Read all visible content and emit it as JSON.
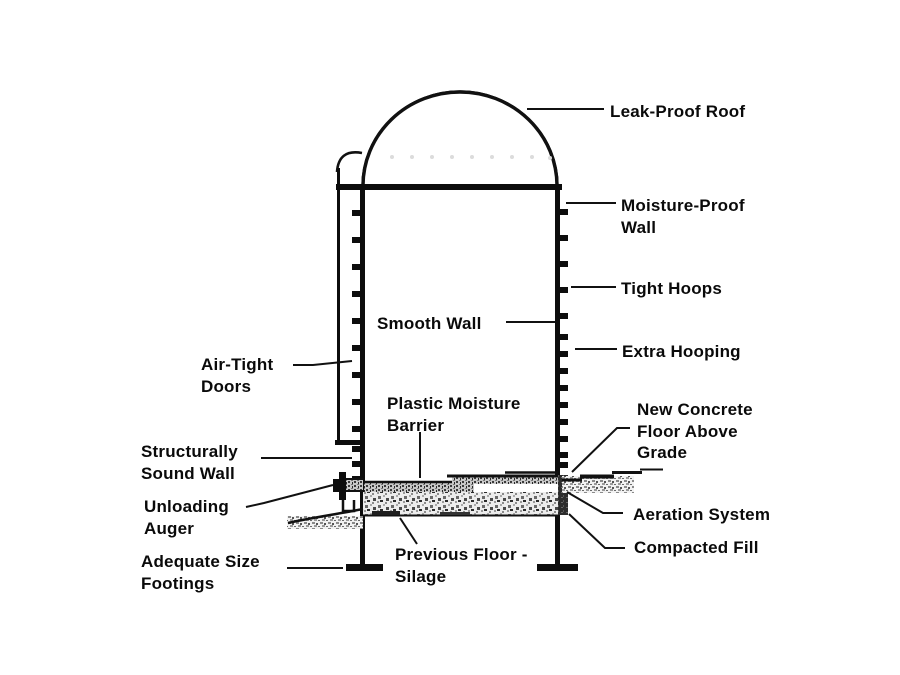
{
  "diagram": {
    "title": "Sealed tower silo cross-section with labelled construction features",
    "colors": {
      "background": "#ffffff",
      "ink": "#000000",
      "fill_speckle": "#bdbdbd"
    },
    "labels": {
      "leak_proof_roof": {
        "lines": [
          "Leak-Proof Roof"
        ]
      },
      "moisture_proof_wall": {
        "lines": [
          "Moisture-Proof",
          "Wall"
        ]
      },
      "tight_hoops": {
        "lines": [
          "Tight Hoops"
        ]
      },
      "extra_hooping": {
        "lines": [
          "Extra Hooping"
        ]
      },
      "smooth_wall": {
        "lines": [
          "Smooth Wall"
        ]
      },
      "air_tight_doors": {
        "lines": [
          "Air-Tight",
          "Doors"
        ]
      },
      "plastic_moisture_barrier": {
        "lines": [
          "Plastic Moisture",
          "Barrier"
        ]
      },
      "new_concrete_floor": {
        "lines": [
          "New Concrete",
          "Floor Above",
          "Grade"
        ]
      },
      "structurally_sound_wall": {
        "lines": [
          "Structurally",
          "Sound Wall"
        ]
      },
      "unloading_auger": {
        "lines": [
          "Unloading",
          "Auger"
        ]
      },
      "aeration_system": {
        "lines": [
          "Aeration System"
        ]
      },
      "compacted_fill": {
        "lines": [
          "Compacted Fill"
        ]
      },
      "adequate_size_footings": {
        "lines": [
          "Adequate Size",
          "Footings"
        ]
      },
      "previous_floor_silage": {
        "lines": [
          "Previous Floor -",
          "Silage"
        ]
      }
    }
  }
}
